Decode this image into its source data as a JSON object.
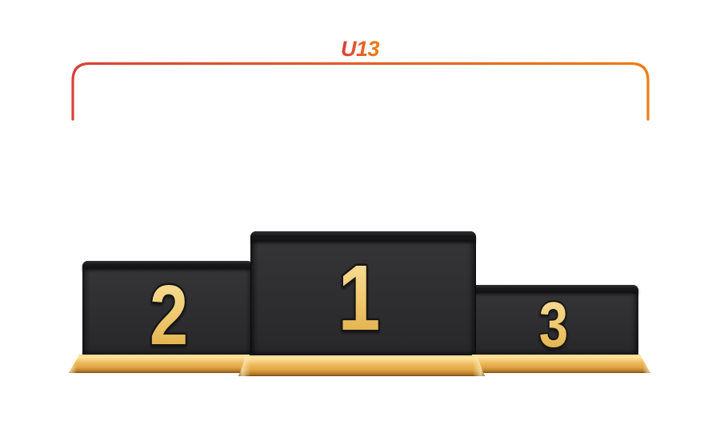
{
  "colors": {
    "background": "#ffffff",
    "bracket-red": "#d9413a",
    "bracket-orange": "#ee7d15",
    "block-face": "#2e2e31",
    "block-face-light": "#363639",
    "block-lid": "#18181a",
    "gold-top": "#f8d98c",
    "gold-mid": "#eeb95c",
    "gold-deep": "#b07424",
    "gold-edge": "#6b430f",
    "number-gold-top": "#fae4a4",
    "number-gold-mid": "#eec76a",
    "number-gold-bottom": "#dda743",
    "number-outline": "#161616"
  },
  "banner": {
    "label": "U13"
  },
  "podium": {
    "first": {
      "rank": "1"
    },
    "second": {
      "rank": "2"
    },
    "third": {
      "rank": "3"
    }
  }
}
